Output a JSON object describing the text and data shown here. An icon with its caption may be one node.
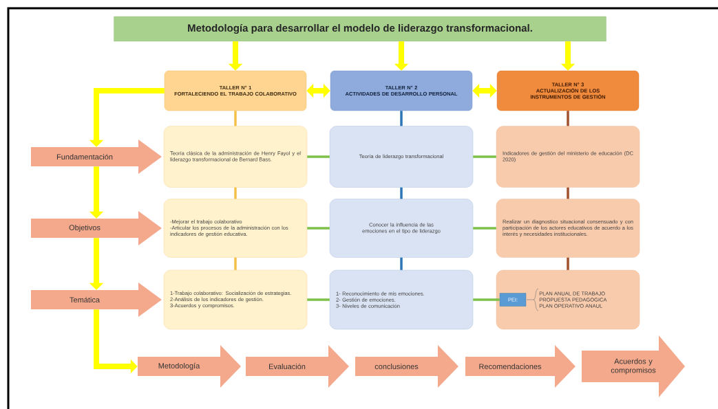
{
  "diagram": {
    "nodes": [
      {
        "text": [
          "Metodología para desarrollar el modelo de liderazgo transformacional."
        ]
      },
      {
        "text": [
          "TALLER N° 1",
          "FORTALECIENDO EL TRABAJO COLABORATIVO"
        ]
      },
      {
        "text": [
          "TALLER N° 2",
          "ACTIVIDADES DE DESARROLLO PERSONAL"
        ]
      },
      {
        "text": [
          "TALLER N° 3",
          "ACTUALIZACIÓN DE LOS INSTRUMENTOS DE GESTIÓN"
        ]
      },
      {
        "text": [
          "Fundamentación"
        ]
      },
      {
        "text": [
          "Objetivos"
        ]
      },
      {
        "text": [
          "Temática"
        ]
      },
      {
        "text": [
          "Teoría clásica de la administración de Henry Fayol y el liderazgo transformacional de Bernard Bass."
        ]
      },
      {
        "text": [
          "Teoría de liderazgo transformacional"
        ]
      },
      {
        "text": [
          "Indicadores de gestión del ministerio de educación (DC 2020)"
        ]
      },
      {
        "text": [
          "-Mejorar el trabajo colaborativo",
          "-Articular los procesos de la administración con los indicadores de gestión educativa."
        ]
      },
      {
        "text": [
          "Conocer la influencia de las emociones en el tipo de liderazgo"
        ]
      },
      {
        "text": [
          "Realizar un diagnostico situacional consensuado y con participación de los actores educativos de acuerdo a los interés y necesidades institucionales."
        ]
      },
      {
        "text": [
          "1-Trabajo colaborativo: Socialización de estrategias.",
          "2-Análisis de los indicadores de gestión.",
          "3-Acuerdos y compromisos."
        ]
      },
      {
        "text": [
          "1- Reconocimiento de mis emociones.",
          "2- Gestión de emociones.",
          "3- Niveles de comunicación"
        ]
      },
      {
        "text": [
          "PLAN ANUAL DE TRABAJO",
          "PROPUESTA PEDAGOGICA",
          "PLAN OPERATIVO ANAUL"
        ]
      },
      {
        "text": [
          "PEI:"
        ],
        "in": 15
      },
      {
        "text": [
          "Metodología"
        ]
      },
      {
        "text": [
          "Evaluación"
        ]
      },
      {
        "text": [
          "conclusiones"
        ]
      },
      {
        "text": [
          "Recomendaciones"
        ]
      },
      {
        "text": [
          "Acuerdos y compromisos"
        ]
      }
    ],
    "edges": [
      {
        "from": 0,
        "to": 1,
        "arrow": "to",
        "style": "thick",
        "color": "#ffff00"
      },
      {
        "from": 0,
        "to": 2,
        "arrow": "to",
        "style": "thick",
        "color": "#ffff00"
      },
      {
        "from": 0,
        "to": 3,
        "arrow": "to",
        "style": "thick",
        "color": "#ffff00"
      },
      {
        "from": 1,
        "to": 2,
        "arrow": "both",
        "style": "thick",
        "color": "#ffff00"
      },
      {
        "from": 2,
        "to": 3,
        "arrow": "both",
        "style": "thick",
        "color": "#ffff00"
      },
      {
        "from": 1,
        "to": 4,
        "arrow": "to",
        "style": "thick",
        "color": "#ffff00"
      },
      {
        "from": 4,
        "to": 5,
        "arrow": "to",
        "style": "thick",
        "color": "#ffff00"
      },
      {
        "from": 5,
        "to": 6,
        "arrow": "to",
        "style": "thick",
        "color": "#ffff00"
      },
      {
        "from": 6,
        "to": 17,
        "arrow": "to",
        "style": "thick",
        "color": "#ffff00"
      },
      {
        "from": 1,
        "to": 7,
        "arrow": "none",
        "color": "#f5c04a"
      },
      {
        "from": 7,
        "to": 10,
        "arrow": "none",
        "color": "#f5c04a"
      },
      {
        "from": 10,
        "to": 13,
        "arrow": "none",
        "color": "#f5c04a"
      },
      {
        "from": 2,
        "to": 8,
        "arrow": "none",
        "color": "#2e75b6"
      },
      {
        "from": 8,
        "to": 11,
        "arrow": "none",
        "color": "#2e75b6"
      },
      {
        "from": 11,
        "to": 14,
        "arrow": "none",
        "color": "#2e75b6"
      },
      {
        "from": 3,
        "to": 9,
        "arrow": "none",
        "color": "#a0522d"
      },
      {
        "from": 9,
        "to": 12,
        "arrow": "none",
        "color": "#a0522d"
      },
      {
        "from": 12,
        "to": 15,
        "arrow": "none",
        "color": "#a0522d"
      },
      {
        "from": 7,
        "to": 8,
        "arrow": "none",
        "color": "#7cc04a"
      },
      {
        "from": 8,
        "to": 9,
        "arrow": "none",
        "color": "#7cc04a"
      },
      {
        "from": 10,
        "to": 11,
        "arrow": "none",
        "color": "#7cc04a"
      },
      {
        "from": 11,
        "to": 12,
        "arrow": "none",
        "color": "#7cc04a"
      },
      {
        "from": 13,
        "to": 14,
        "arrow": "none",
        "color": "#7cc04a"
      },
      {
        "from": 14,
        "to": 16,
        "arrow": "none",
        "color": "#7cc04a"
      }
    ]
  }
}
